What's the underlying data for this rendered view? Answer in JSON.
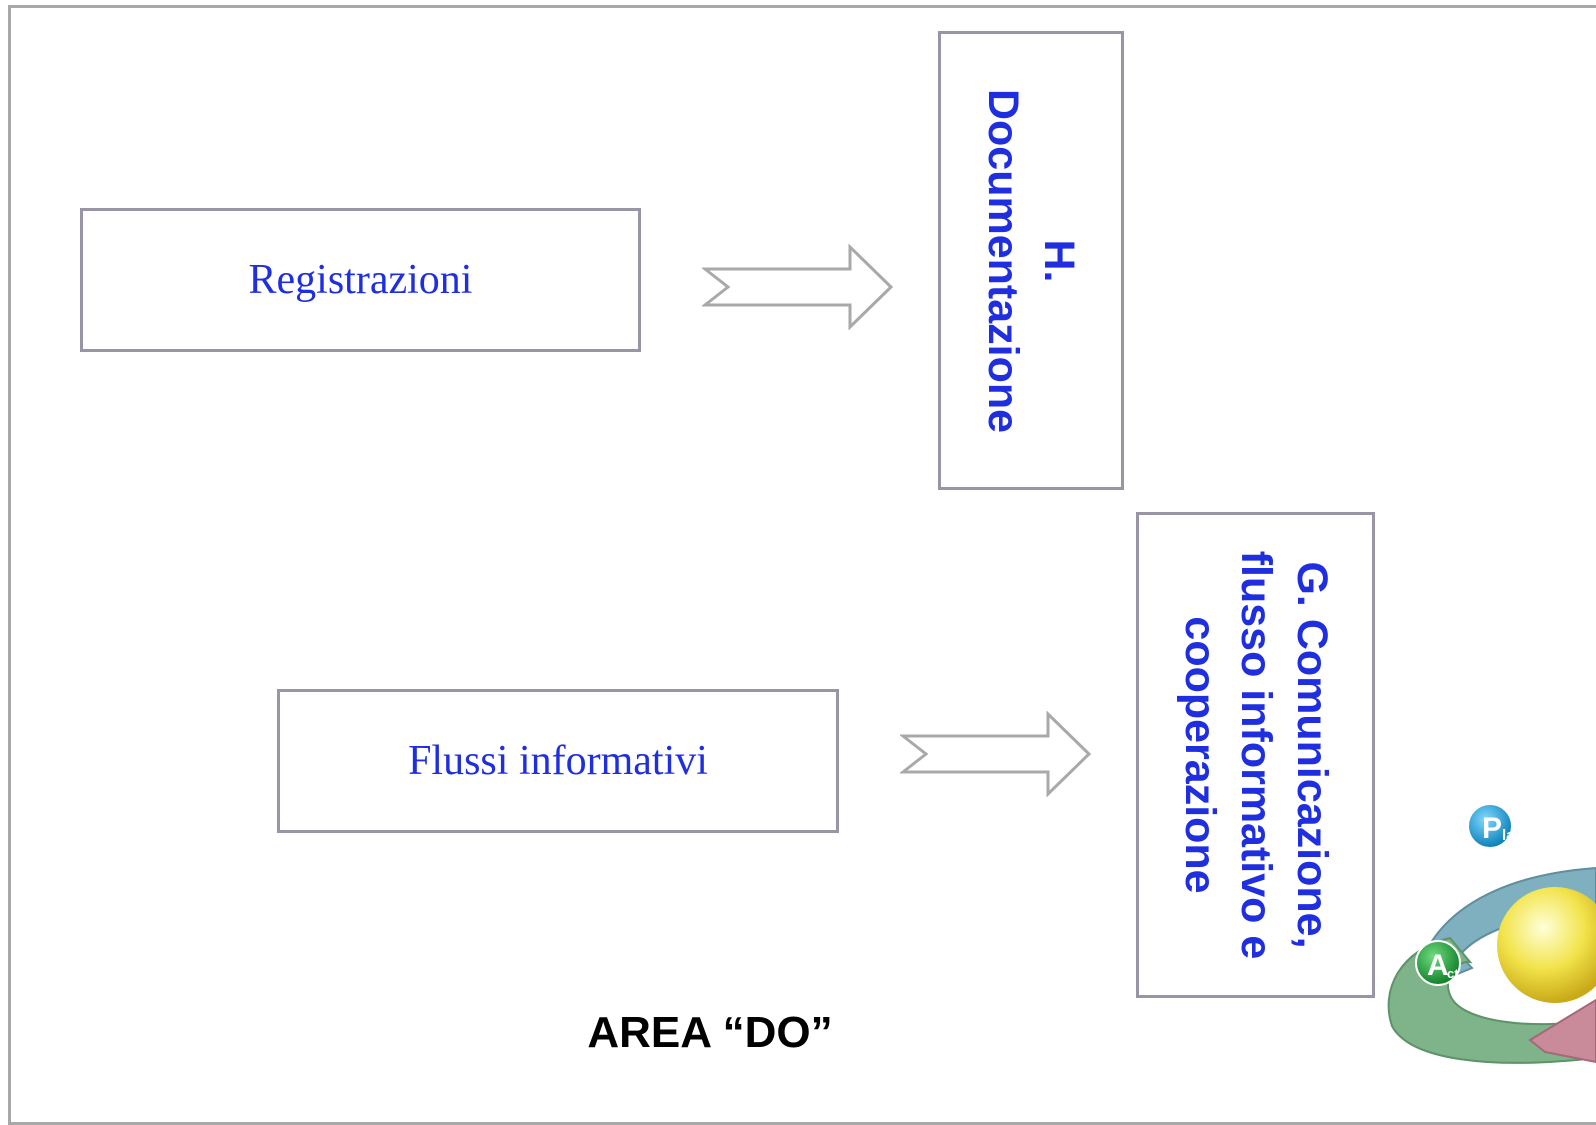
{
  "boxes": {
    "registrazioni": "Registrazioni",
    "flussi": "Flussi informativi",
    "documentazione_lines": [
      "H.",
      "Documentazione"
    ],
    "comunicazione_lines": [
      "G. Comunicazione,",
      "flusso informativo e",
      "cooperazione"
    ]
  },
  "area_title": "AREA “DO”",
  "pdca": {
    "plan_letter": "P",
    "plan_suffix": "lan",
    "act_letter": "A",
    "act_suffix": "ct"
  },
  "colors": {
    "text_blue": "#1f2fe0",
    "box_border": "#9a95a6",
    "arrow_stroke": "#a9a9a9",
    "plan_band": "#7fb0bf",
    "act_band": "#7fb38a",
    "check_band": "#c98a9a",
    "sphere": "#f2e34a"
  }
}
